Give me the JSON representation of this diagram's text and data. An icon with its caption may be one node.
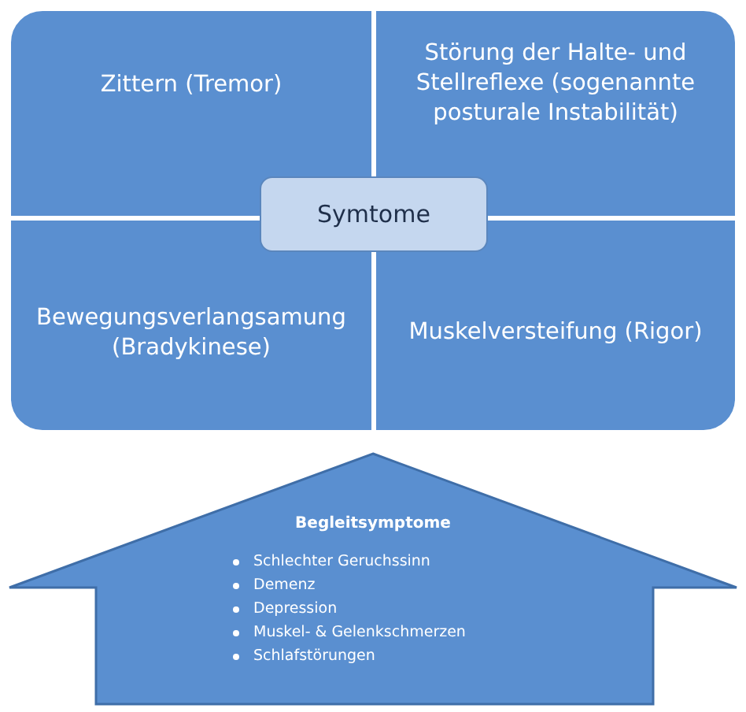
{
  "diagram": {
    "nodes": [
      {
        "text": [
          "Zittern (Tremor)"
        ]
      },
      {
        "text": [
          "Störung der Halte- und Stellreflexe (sogenannte posturale Instabilität)"
        ]
      },
      {
        "text": [
          "Symtome"
        ]
      },
      {
        "text": [
          "Bewegungsverlangsamung (Bradykinese)"
        ]
      },
      {
        "text": [
          "Muskelversteifung (Rigor)"
        ]
      },
      {
        "text": [
          "Begleitsymptome",
          "Schlechter Geruchssinn",
          "Demenz",
          "Depression",
          "Muskel- & Gelenkschmerzen",
          "Schlafstörungen"
        ]
      }
    ]
  }
}
